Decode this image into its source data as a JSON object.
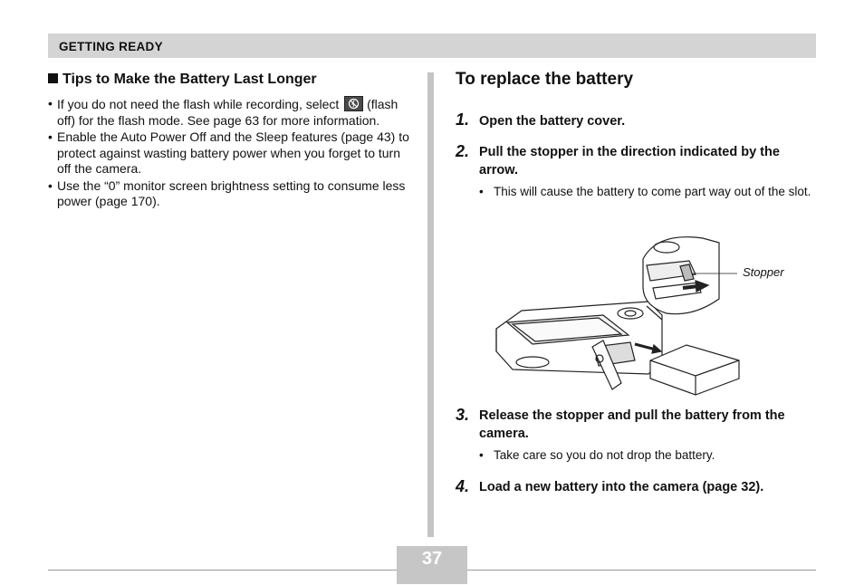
{
  "header": {
    "section_title": "GETTING READY"
  },
  "tips": {
    "title": "Tips to Make the Battery Last Longer",
    "bullet1_a": "If you do not need the flash while recording, select",
    "bullet1_b": "(flash off) for the flash mode. See page 63 for more information.",
    "bullet2": "Enable the Auto Power Off and the Sleep features (page 43) to protect against wasting battery power when you forget to turn off the camera.",
    "bullet3": "Use the “0” monitor screen brightness setting to consume less power (page 170).",
    "flash_icon": "flash-off-icon"
  },
  "main": {
    "heading": "To replace the battery",
    "steps": [
      {
        "num": "1.",
        "text": "Open the battery cover."
      },
      {
        "num": "2.",
        "text": "Pull the stopper in the direction indicated by the arrow.",
        "note": "This will cause the battery to come part way out of the slot."
      },
      {
        "num": "3.",
        "text": "Release the stopper and pull the battery from the camera.",
        "note": "Take care so you do not drop the battery."
      },
      {
        "num": "4.",
        "text": "Load a new battery into the camera (page 32)."
      }
    ],
    "illustration": {
      "stopper_label": "Stopper"
    }
  },
  "footer": {
    "page_number": "37"
  }
}
